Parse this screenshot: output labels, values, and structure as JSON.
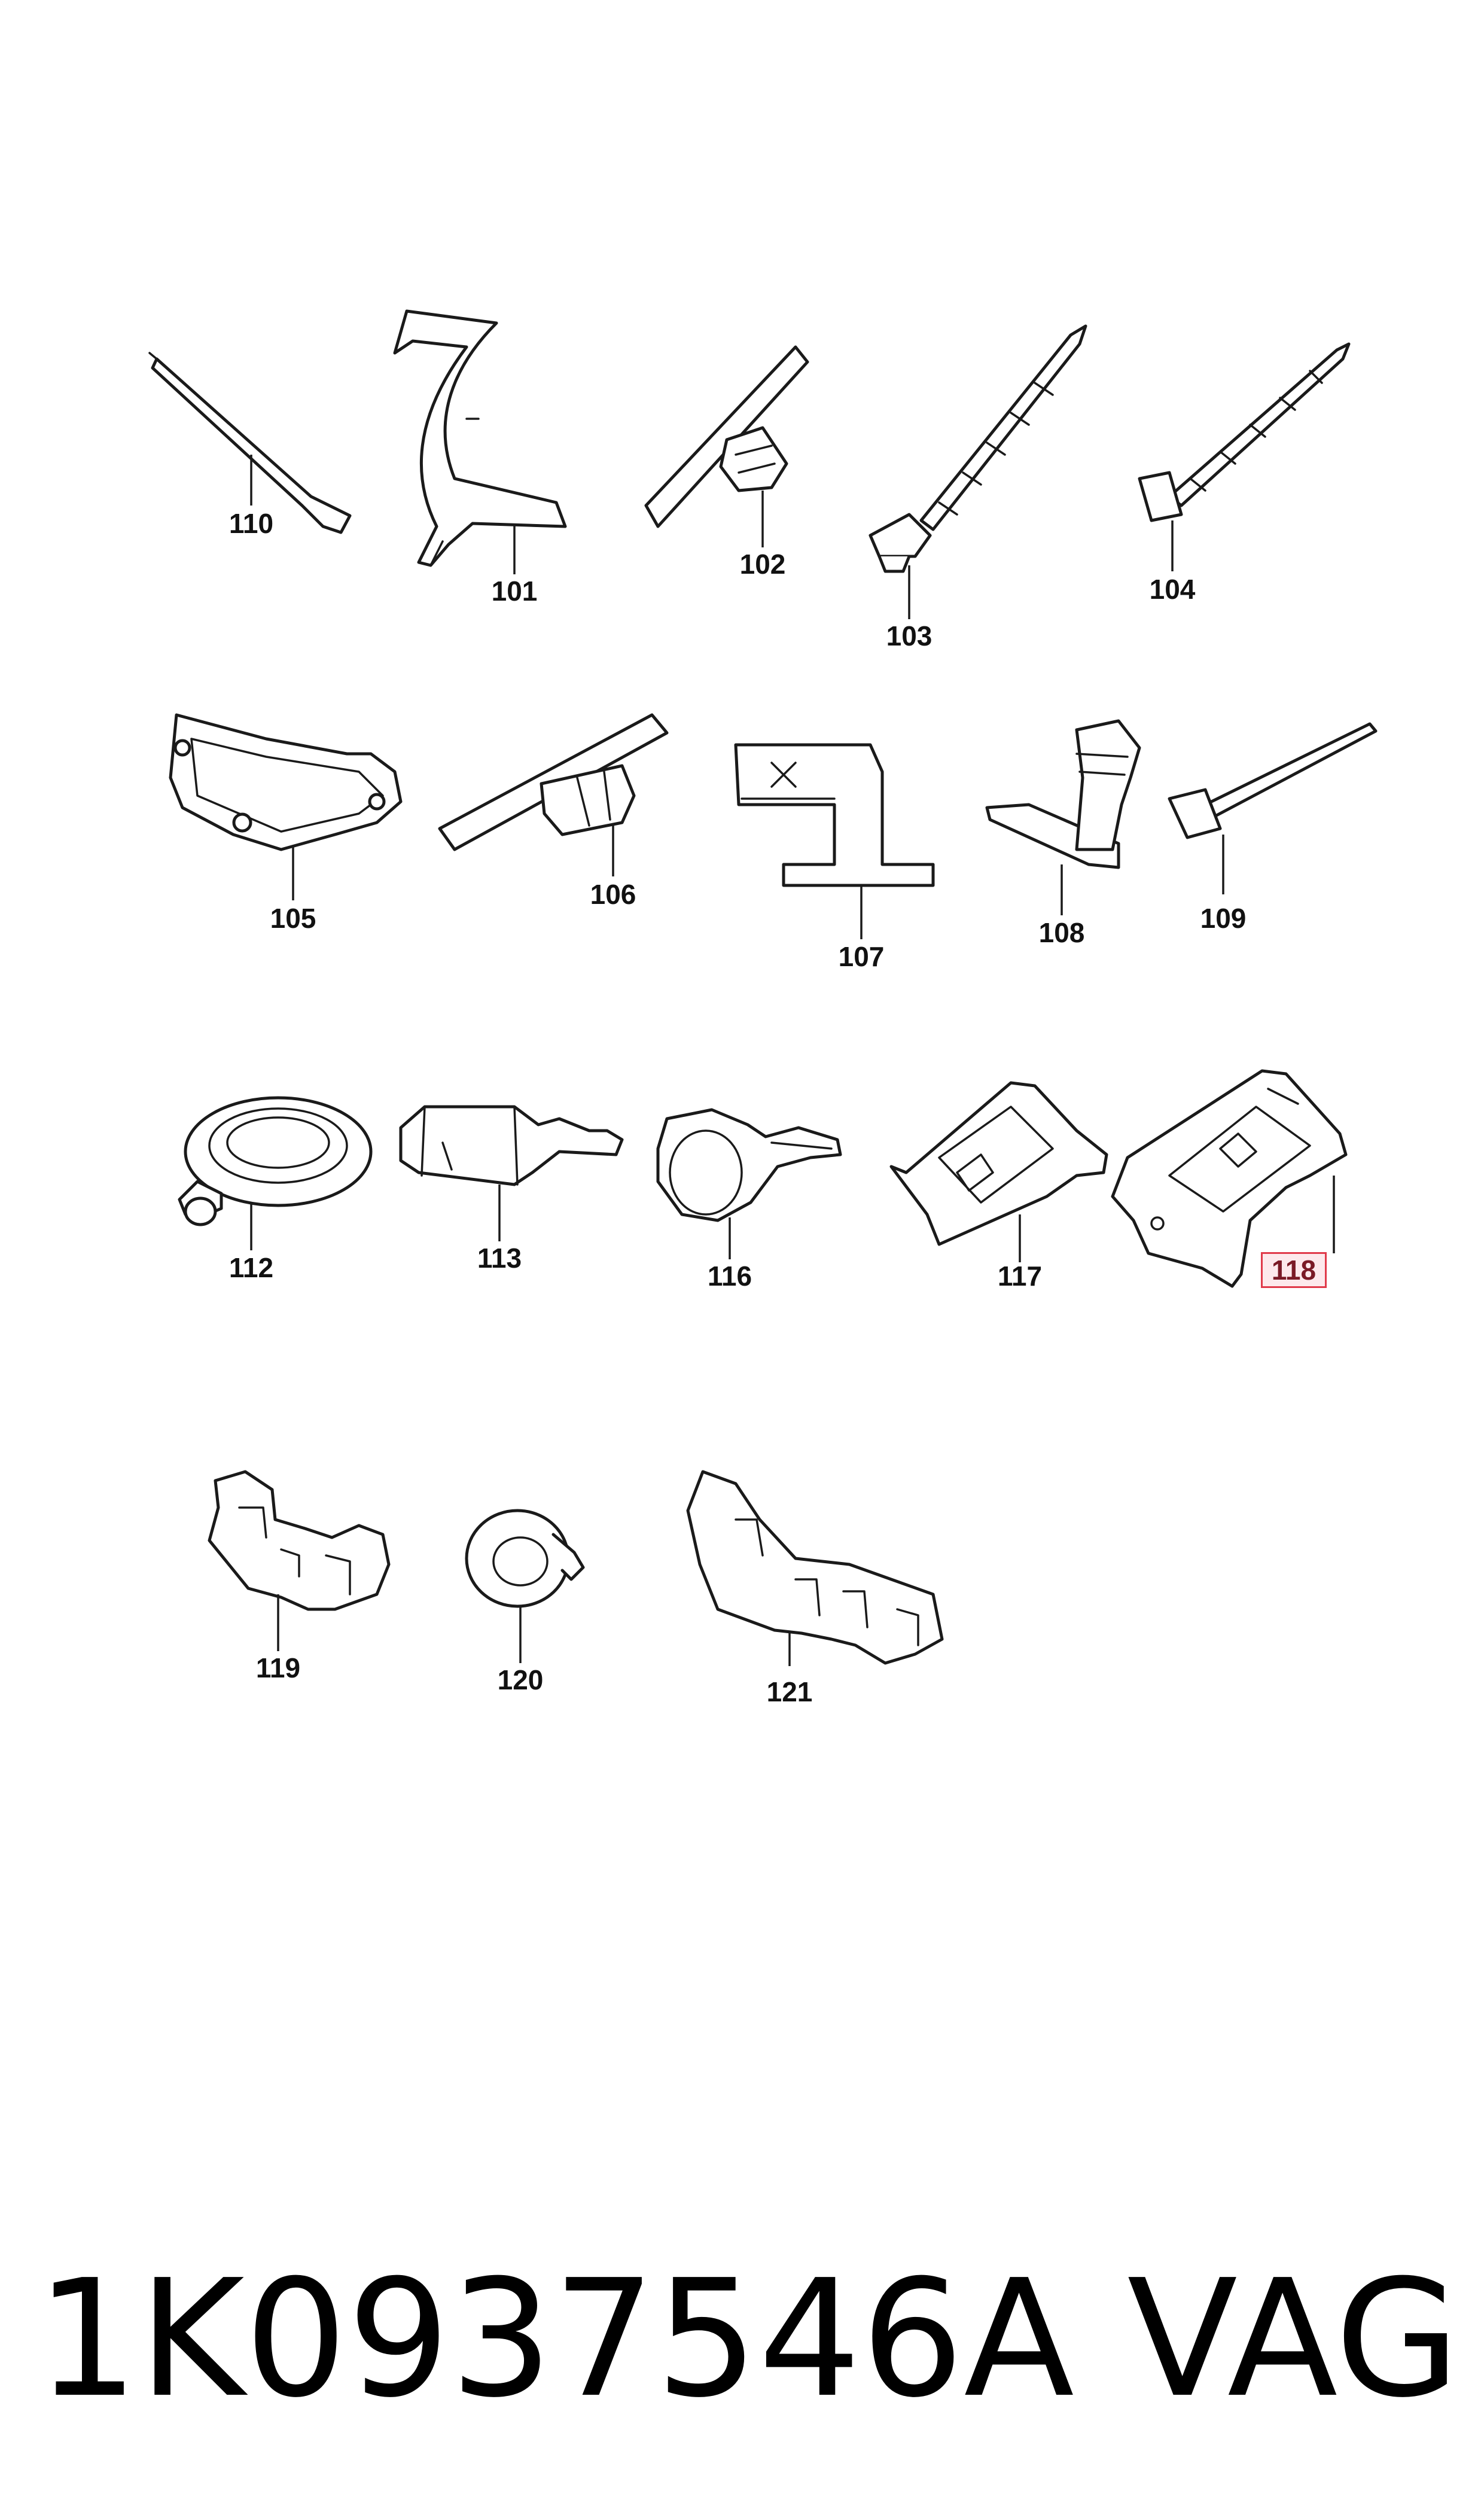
{
  "parts": [
    {
      "id": "110"
    },
    {
      "id": "101"
    },
    {
      "id": "102"
    },
    {
      "id": "103"
    },
    {
      "id": "104"
    },
    {
      "id": "105"
    },
    {
      "id": "106"
    },
    {
      "id": "107"
    },
    {
      "id": "108"
    },
    {
      "id": "109"
    },
    {
      "id": "112"
    },
    {
      "id": "113"
    },
    {
      "id": "116"
    },
    {
      "id": "117"
    },
    {
      "id": "118",
      "highlighted": true
    },
    {
      "id": "119"
    },
    {
      "id": "120"
    },
    {
      "id": "121"
    }
  ],
  "footer": {
    "part_number": "1K0937546A",
    "brand": "VAG"
  },
  "colors": {
    "line": "#1a1a1a",
    "highlight_border": "#e03a4a",
    "highlight_fill": "#fde9ec"
  }
}
